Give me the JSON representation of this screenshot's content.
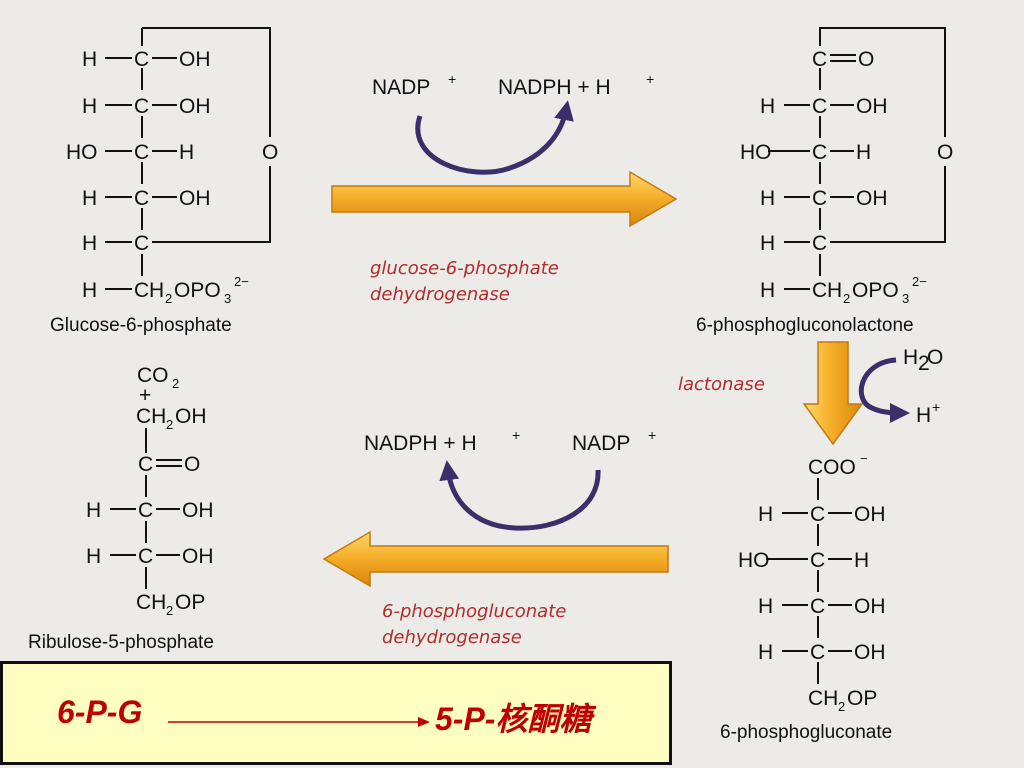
{
  "molecules": {
    "g6p": {
      "name": "Glucose-6-phosphate",
      "rows": [
        {
          "left": "H",
          "right": "OH"
        },
        {
          "left": "H",
          "right": "OH"
        },
        {
          "left": "HO",
          "right": "H"
        },
        {
          "left": "H",
          "right": "OH"
        },
        {
          "left": "H",
          "right": ""
        }
      ],
      "ring_o": "O",
      "tail": {
        "h": "H",
        "c": "C",
        "h2": "H",
        "h2_sub": "2",
        "opo": "OPO",
        "opo_sub": "3",
        "charge": "2−"
      }
    },
    "lactone": {
      "name": "6-phosphogluconolactone",
      "top": {
        "c": "C",
        "o": "O"
      },
      "rows": [
        {
          "left": "H",
          "right": "OH"
        },
        {
          "left": "HO",
          "right": "H"
        },
        {
          "left": "H",
          "right": "OH"
        },
        {
          "left": "H",
          "right": ""
        }
      ],
      "ring_o": "O",
      "tail": {
        "h": "H",
        "c": "C",
        "h2": "H",
        "h2_sub": "2",
        "opo": "OPO",
        "opo_sub": "3",
        "charge": "2−"
      }
    },
    "gluconate": {
      "name": "6-phosphogluconate",
      "top": {
        "coo": "COO",
        "charge": "−"
      },
      "rows": [
        {
          "left": "H",
          "right": "OH"
        },
        {
          "left": "HO",
          "right": "H"
        },
        {
          "left": "H",
          "right": "OH"
        },
        {
          "left": "H",
          "right": "OH"
        }
      ],
      "bottom": {
        "c": "CH",
        "sub": "2",
        "op": "OP"
      }
    },
    "ribulose": {
      "name": "Ribulose-5-phosphate",
      "co2": {
        "c": "CO",
        "sub": "2"
      },
      "plus": "+",
      "ch2oh": {
        "c": "CH",
        "sub": "2",
        "oh": "OH"
      },
      "keto": {
        "c": "C",
        "o": "O"
      },
      "rows": [
        {
          "left": "H",
          "right": "OH"
        },
        {
          "left": "H",
          "right": "OH"
        }
      ],
      "bottom": {
        "c": "CH",
        "sub": "2",
        "op": "OP"
      }
    }
  },
  "cofactors": {
    "step1_in": {
      "text": "NADP",
      "sup": "+"
    },
    "step1_out": {
      "text": "NADPH + H",
      "sup": "+"
    },
    "step2_in": {
      "text": "H",
      "sub": "2",
      "o": "O"
    },
    "step2_out": {
      "text": "H",
      "sup": "+"
    },
    "step3_in": {
      "text": "NADP",
      "sup": "+"
    },
    "step3_out": {
      "text": "NADPH + H",
      "sup": "+"
    }
  },
  "enzymes": {
    "step1": [
      "glucose-6-phosphate",
      "dehydrogenase"
    ],
    "step2": [
      "lactonase"
    ],
    "step3": [
      "6-phosphogluconate",
      "dehydrogenase"
    ]
  },
  "summary": {
    "from": "6-P-G",
    "to": "5-P-核酮糖"
  },
  "colors": {
    "background": "#ecebe8",
    "arrow_orange": "#f3a018",
    "arrow_highlight": "#ffd35a",
    "curve_arrow": "#3b2f6b",
    "enzyme_text": "#b22c2c",
    "summary_box": "#ffffc2",
    "summary_text": "#c00000"
  }
}
